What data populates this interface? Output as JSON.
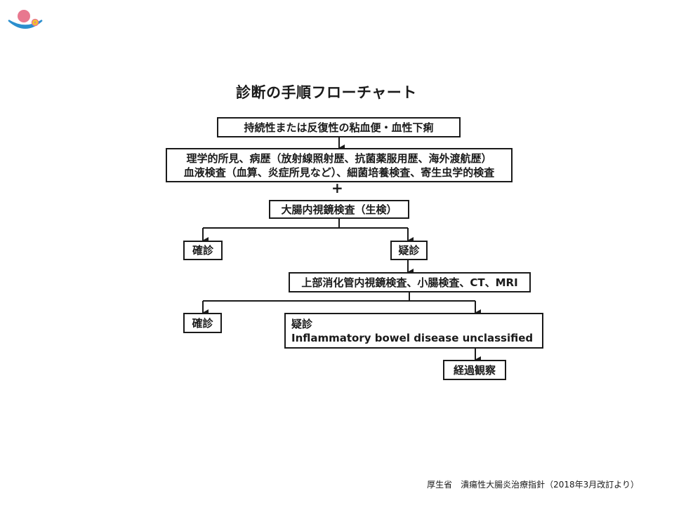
{
  "title": "診断の手順フローチャート",
  "nodes": {
    "symptom": "持続性または反復性の粘血便・血性下痢",
    "history_line1": "理学的所見、病歴（放射線照射歴、抗菌薬服用歴、海外渡航歴）",
    "history_line2": "血液検査（血算、炎症所見など）、細菌培養検査、寄生虫学的検査",
    "plus": "+",
    "colonoscopy": "大腸内視鏡検査（生検）",
    "confirmed_1": "確診",
    "suspected_1": "疑診",
    "further_exam": "上部消化管内視鏡検査、小腸検査、CT、MRI",
    "confirmed_2": "確診",
    "suspected_2_line1": "疑診",
    "suspected_2_line2": "Inflammatory bowel disease unclassified",
    "observation": "経過観察"
  },
  "footer": "厚生省　潰瘍性大腸炎治療指針（2018年3月改訂より）",
  "colors": {
    "logo_pink": "#e8788f",
    "logo_yellow": "#f2d21b",
    "logo_blue": "#2b8fce",
    "line": "#1a1a1a"
  },
  "icons": [
    "logo-icon"
  ]
}
